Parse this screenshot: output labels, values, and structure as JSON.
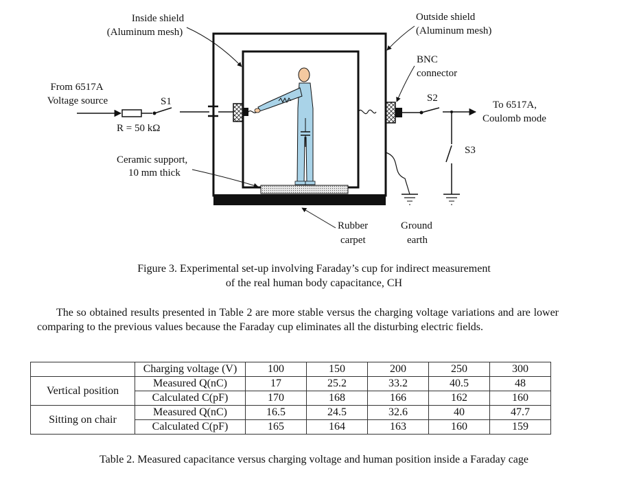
{
  "figure": {
    "labels": {
      "inside_shield_1": "Inside shield",
      "inside_shield_2": "(Aluminum mesh)",
      "outside_shield_1": "Outside shield",
      "outside_shield_2": "(Aluminum mesh)",
      "bnc_1": "BNC",
      "bnc_2": "connector",
      "from_1": "From 6517A",
      "from_2": "Voltage source",
      "s1": "S1",
      "resistor": "R = 50 kΩ",
      "s2": "S2",
      "to_1": "To 6517A,",
      "to_2": "Coulomb mode",
      "s3": "S3",
      "ceramic_1": "Ceramic support,",
      "ceramic_2": "10 mm thick",
      "rubber_1": "Rubber",
      "rubber_2": "carpet",
      "ground_1": "Ground",
      "ground_2": "earth"
    },
    "caption_line1": "Figure 3. Experimental set-up involving Faraday’s cup for indirect measurement",
    "caption_line2": "of the real human body capacitance, CH"
  },
  "paragraph": "The so obtained results presented in Table 2 are more stable versus the charging voltage variations and are lower comparing to the previous values because the Faraday cup eliminates all the disturbing electric fields.",
  "table": {
    "header_label": "Charging voltage (V)",
    "voltages": [
      "100",
      "150",
      "200",
      "250",
      "300"
    ],
    "groups": [
      {
        "name": "Vertical position",
        "rows": [
          {
            "label": "Measured Q(nC)",
            "values": [
              "17",
              "25.2",
              "33.2",
              "40.5",
              "48"
            ]
          },
          {
            "label": "Calculated C(pF)",
            "values": [
              "170",
              "168",
              "166",
              "162",
              "160"
            ]
          }
        ]
      },
      {
        "name": "Sitting on chair",
        "rows": [
          {
            "label": "Measured Q(nC)",
            "values": [
              "16.5",
              "24.5",
              "32.6",
              "40",
              "47.7"
            ]
          },
          {
            "label": "Calculated C(pF)",
            "values": [
              "165",
              "164",
              "163",
              "160",
              "159"
            ]
          }
        ]
      }
    ],
    "caption": "Table 2. Measured capacitance versus charging voltage and human position inside a Faraday cage"
  }
}
